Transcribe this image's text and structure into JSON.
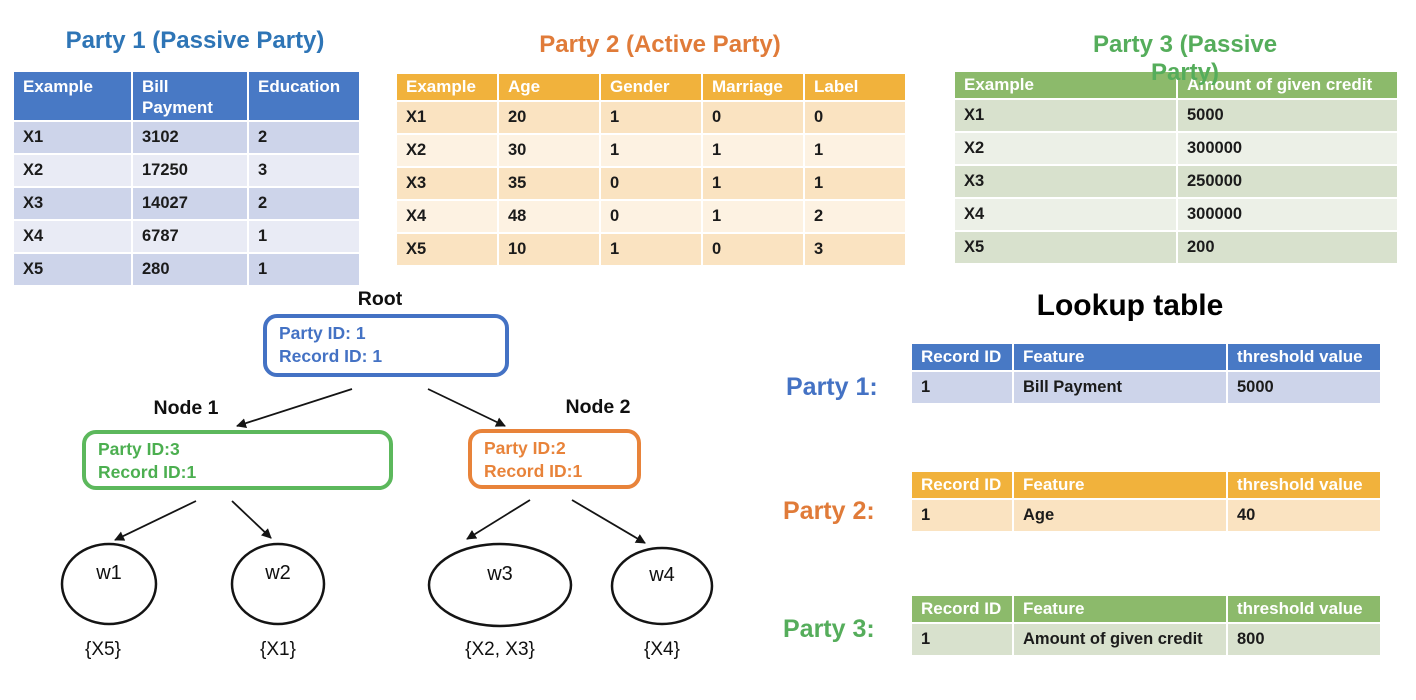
{
  "colors": {
    "blue_title": "#2E75B6",
    "blue_header": "#4879C5",
    "orange_title": "#E07B39",
    "gold_header": "#F1B23C",
    "green_title": "#55AD5B",
    "green_header": "#8CBA6B"
  },
  "parties": [
    {
      "title": "Party 1 (Passive Party)",
      "columns": [
        "Example",
        "Bill Payment",
        "Education"
      ],
      "rows": [
        [
          "X1",
          "3102",
          "2"
        ],
        [
          "X2",
          "17250",
          "3"
        ],
        [
          "X3",
          "14027",
          "2"
        ],
        [
          "X4",
          "6787",
          "1"
        ],
        [
          "X5",
          "280",
          "1"
        ]
      ]
    },
    {
      "title": "Party 2 (Active Party)",
      "columns": [
        "Example",
        "Age",
        "Gender",
        "Marriage",
        "Label"
      ],
      "rows": [
        [
          "X1",
          "20",
          "1",
          "0",
          "0"
        ],
        [
          "X2",
          "30",
          "1",
          "1",
          "1"
        ],
        [
          "X3",
          "35",
          "0",
          "1",
          "1"
        ],
        [
          "X4",
          "48",
          "0",
          "1",
          "2"
        ],
        [
          "X5",
          "10",
          "1",
          "0",
          "3"
        ]
      ]
    },
    {
      "title_line1": "Party 3 (Passive",
      "title_line2": "Party)",
      "columns": [
        "Example",
        "Amount of given credit"
      ],
      "rows": [
        [
          "X1",
          "5000"
        ],
        [
          "X2",
          "300000"
        ],
        [
          "X3",
          "250000"
        ],
        [
          "X4",
          "300000"
        ],
        [
          "X5",
          "200"
        ]
      ]
    }
  ],
  "tree": {
    "root_label": "Root",
    "node1_label": "Node 1",
    "node2_label": "Node 2",
    "root": {
      "party_id": "Party ID: 1",
      "record_id": "Record ID: 1"
    },
    "node1": {
      "party_id": "Party ID:3",
      "record_id": "Record ID:1"
    },
    "node2": {
      "party_id": "Party ID:2",
      "record_id": "Record ID:1"
    },
    "leaves": [
      {
        "name": "w1",
        "set": "{X5}"
      },
      {
        "name": "w2",
        "set": "{X1}"
      },
      {
        "name": "w3",
        "set": "{X2, X3}"
      },
      {
        "name": "w4",
        "set": "{X4}"
      }
    ]
  },
  "lookup": {
    "title": "Lookup table",
    "columns": [
      "Record ID",
      "Feature",
      "threshold value"
    ],
    "entries": [
      {
        "label": "Party 1:",
        "row": [
          "1",
          "Bill Payment",
          "5000"
        ]
      },
      {
        "label": "Party 2:",
        "row": [
          "1",
          "Age",
          "40"
        ]
      },
      {
        "label": "Party 3:",
        "row": [
          "1",
          "Amount of given credit",
          "800"
        ]
      }
    ]
  }
}
